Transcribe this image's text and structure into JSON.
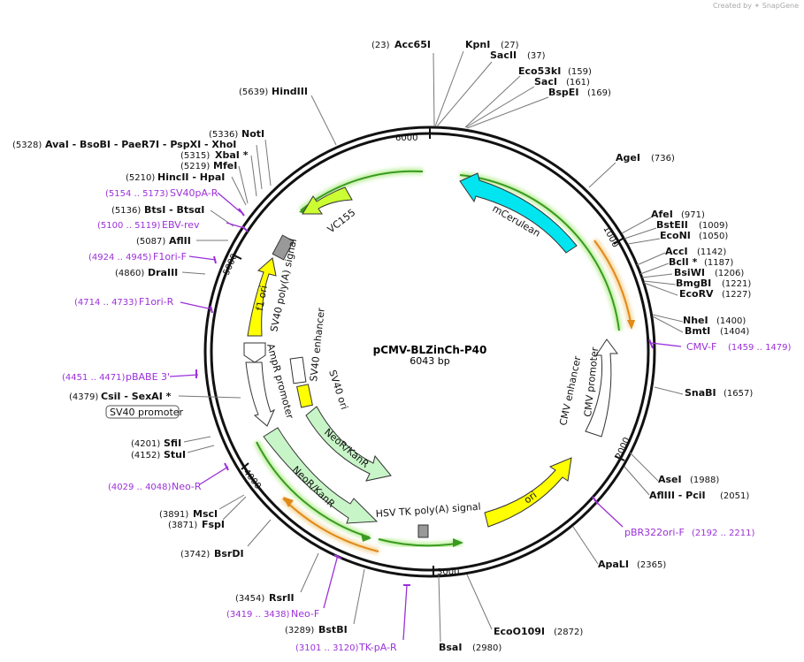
{
  "credit": {
    "prefix": "Created by",
    "brand": "SnapGene"
  },
  "plasmid": {
    "name": "pCMV-BLZinCh-P40",
    "size": "6043 bp"
  },
  "ticks": [
    "1000",
    "2000",
    "3000",
    "4000",
    "5000",
    "6000"
  ],
  "enzymes": [
    {
      "name": "Acc65I",
      "pos": "(23)"
    },
    {
      "name": "KpnI",
      "pos": "(27)"
    },
    {
      "name": "SacII",
      "pos": "(37)"
    },
    {
      "name": "Eco53kI",
      "pos": "(159)"
    },
    {
      "name": "SacI",
      "pos": "(161)"
    },
    {
      "name": "BspEI",
      "pos": "(169)"
    },
    {
      "name": "AgeI",
      "pos": "(736)"
    },
    {
      "name": "AfeI",
      "pos": "(971)"
    },
    {
      "name": "BstEII",
      "pos": "(1009)"
    },
    {
      "name": "EcoNI",
      "pos": "(1050)"
    },
    {
      "name": "AccI",
      "pos": "(1142)"
    },
    {
      "name": "BclI *",
      "pos": "(1187)"
    },
    {
      "name": "BsiWI",
      "pos": "(1206)"
    },
    {
      "name": "BmgBI",
      "pos": "(1221)"
    },
    {
      "name": "EcoRV",
      "pos": "(1227)"
    },
    {
      "name": "NheI",
      "pos": "(1400)"
    },
    {
      "name": "BmtI",
      "pos": "(1404)"
    },
    {
      "name": "SnaBI",
      "pos": "(1657)"
    },
    {
      "name": "AseI",
      "pos": "(1988)"
    },
    {
      "name": "AflIII  - PciI",
      "pos": "(2051)"
    },
    {
      "name": "ApaLI",
      "pos": "(2365)"
    },
    {
      "name": "EcoO109I",
      "pos": "(2872)"
    },
    {
      "name": "BsaI",
      "pos": "(2980)"
    },
    {
      "name": "BstBI",
      "pos": "(3289)"
    },
    {
      "name": "RsrII",
      "pos": "(3454)"
    },
    {
      "name": "BsrDI",
      "pos": "(3742)"
    },
    {
      "name": "FspI",
      "pos": "(3871)"
    },
    {
      "name": "MscI",
      "pos": "(3891)"
    },
    {
      "name": "StuI",
      "pos": "(4152)"
    },
    {
      "name": "SfiI",
      "pos": "(4201)"
    },
    {
      "name": "CsiI  - SexAI *",
      "pos": "(4379)"
    },
    {
      "name": "DraIII",
      "pos": "(4860)"
    },
    {
      "name": "AflII",
      "pos": "(5087)"
    },
    {
      "name": "BtsI  - BtsαI",
      "pos": "(5136)"
    },
    {
      "name": "HincII  - HpaI",
      "pos": "(5210)"
    },
    {
      "name": "MfeI",
      "pos": "(5219)"
    },
    {
      "name": "XbaI *",
      "pos": "(5315)"
    },
    {
      "name": "AvaI  - BsoBI  - PaeR7I  - PspXI  - XhoI",
      "pos": "(5328)"
    },
    {
      "name": "NotI",
      "pos": "(5336)"
    },
    {
      "name": "HindIII",
      "pos": "(5639)"
    }
  ],
  "primers": [
    {
      "name": "CMV-F",
      "pos": "(1459 .. 1479)"
    },
    {
      "name": "pBR322ori-F",
      "pos": "(2192 .. 2211)"
    },
    {
      "name": "TK-pA-R",
      "pos": "(3101 .. 3120)"
    },
    {
      "name": "Neo-F",
      "pos": "(3419 .. 3438)"
    },
    {
      "name": "Neo-R",
      "pos": "(4029 .. 4048)"
    },
    {
      "name": "pBABE 3'",
      "pos": "(4451 .. 4471)"
    },
    {
      "name": "F1ori-R",
      "pos": "(4714 .. 4733)"
    },
    {
      "name": "F1ori-F",
      "pos": "(4924 .. 4945)"
    },
    {
      "name": "EBV-rev",
      "pos": "(5100 .. 5119)"
    },
    {
      "name": "SV40pA-R",
      "pos": "(5154 .. 5173)"
    }
  ],
  "features": {
    "mcerulean": "mCerulean",
    "vc155": "VC155",
    "cmv_promoter": "CMV promoter",
    "cmv_enhancer": "CMV enhancer",
    "ori": "ori",
    "hsv_tk": "HSV TK poly(A) signal",
    "neor1": "NeoR/KanR",
    "neor2": "NeoR/KanR",
    "sv40_enhancer": "SV40 enhancer",
    "sv40_ori": "SV40 ori",
    "ampr_promoter": "AmpR promoter",
    "sv40_polya": "SV40 poly(A) signal",
    "f1_ori": "f1 ori",
    "sv40_promoter_box": "SV40 promoter"
  },
  "colors": {
    "cerulean": "#00e5f0",
    "yellow": "#ffff00",
    "lime": "#ccff33",
    "neor": "#c8f5c8",
    "orange": "#e08a1a",
    "green": "#3a9a20",
    "primer": "#9b30d9",
    "gray": "#999999"
  }
}
